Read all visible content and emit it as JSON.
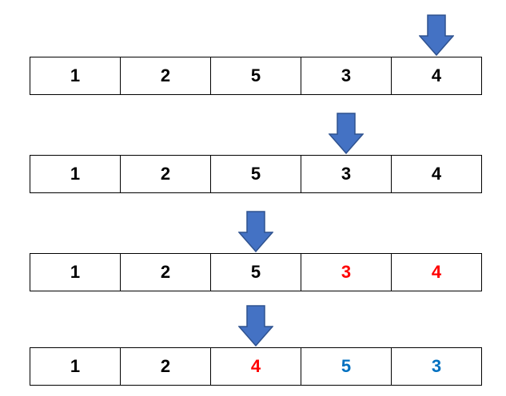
{
  "colors": {
    "default": "#000000",
    "red": "#ff0000",
    "blue": "#0070c0",
    "arrow_fill": "#4472c4",
    "arrow_stroke": "#2f528f"
  },
  "rows": [
    {
      "pointer_index": 4,
      "cells": [
        {
          "value": "1",
          "color": "default"
        },
        {
          "value": "2",
          "color": "default"
        },
        {
          "value": "5",
          "color": "default"
        },
        {
          "value": "3",
          "color": "default"
        },
        {
          "value": "4",
          "color": "default"
        }
      ]
    },
    {
      "pointer_index": 3,
      "cells": [
        {
          "value": "1",
          "color": "default"
        },
        {
          "value": "2",
          "color": "default"
        },
        {
          "value": "5",
          "color": "default"
        },
        {
          "value": "3",
          "color": "default"
        },
        {
          "value": "4",
          "color": "default"
        }
      ]
    },
    {
      "pointer_index": 2,
      "cells": [
        {
          "value": "1",
          "color": "default"
        },
        {
          "value": "2",
          "color": "default"
        },
        {
          "value": "5",
          "color": "default"
        },
        {
          "value": "3",
          "color": "red"
        },
        {
          "value": "4",
          "color": "red"
        }
      ]
    },
    {
      "pointer_index": 2,
      "cells": [
        {
          "value": "1",
          "color": "default"
        },
        {
          "value": "2",
          "color": "default"
        },
        {
          "value": "4",
          "color": "red"
        },
        {
          "value": "5",
          "color": "blue"
        },
        {
          "value": "3",
          "color": "blue"
        }
      ]
    }
  ]
}
